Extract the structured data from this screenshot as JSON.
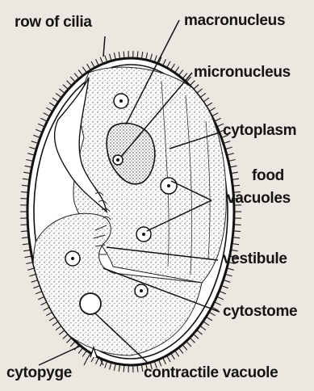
{
  "diagram": {
    "labels": {
      "row_of_cilia": "row of cilia",
      "macronucleus": "macronucleus",
      "micronucleus": "micronucleus",
      "cytoplasm": "cytoplasm",
      "food_vacuoles_line1": "food",
      "food_vacuoles_line2": "vacuoles",
      "vestibule": "vestibule",
      "cytostome": "cytostome",
      "cytopyge": "cytopyge",
      "contractile_vacuole": "contractile vacuole"
    },
    "colors": {
      "background": "#ece8e1",
      "ink": "#141414",
      "cell_fill": "#ffffff"
    }
  }
}
